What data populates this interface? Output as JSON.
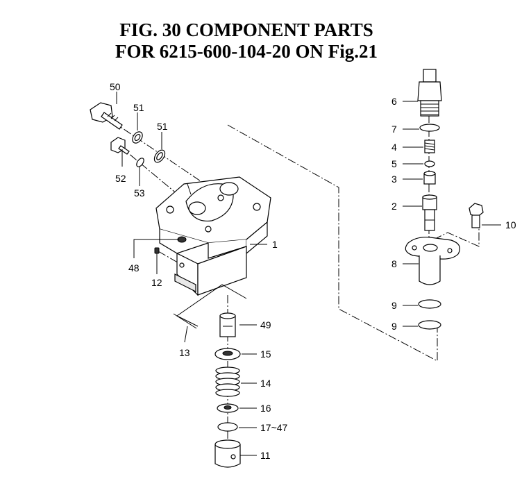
{
  "title": {
    "line1": "FIG. 30  COMPONENT PARTS",
    "line2": "FOR 6215-600-104-20 ON Fig.21"
  },
  "callouts": {
    "c1": "1",
    "c2": "2",
    "c3": "3",
    "c4": "4",
    "c5": "5",
    "c6": "6",
    "c7": "7",
    "c8": "8",
    "c9a": "9",
    "c9b": "9",
    "c10": "10",
    "c11": "11",
    "c12": "12",
    "c13": "13",
    "c14": "14",
    "c15": "15",
    "c16": "16",
    "c17": "17~47",
    "c48": "48",
    "c49": "49",
    "c50": "50",
    "c51a": "51",
    "c51b": "51",
    "c52": "52",
    "c53": "53"
  }
}
